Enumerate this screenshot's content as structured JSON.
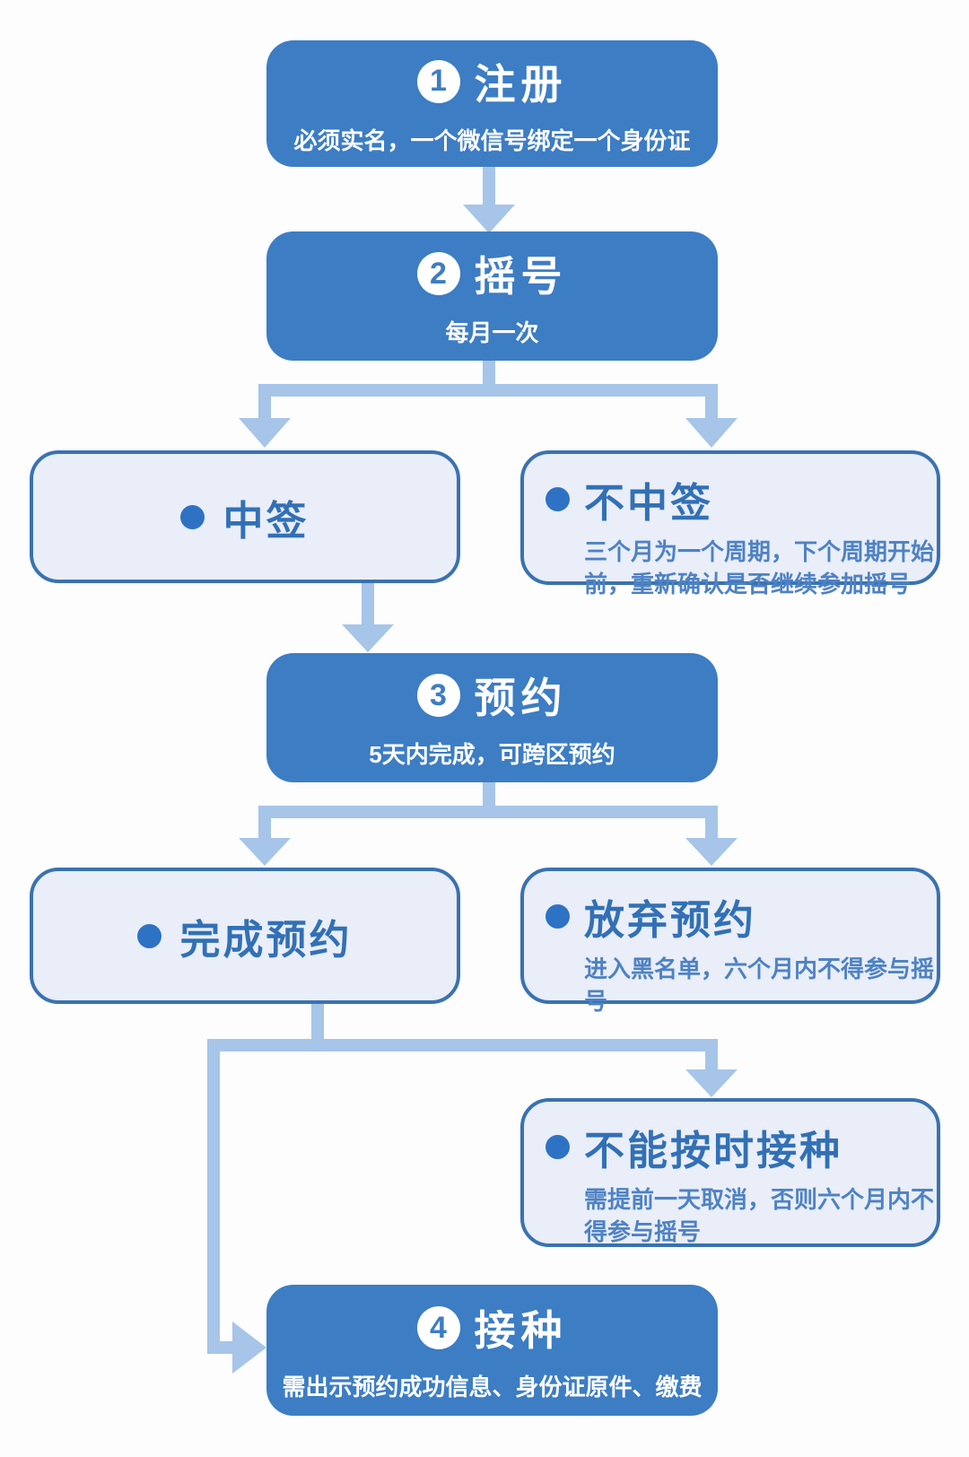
{
  "theme": {
    "canvas-bg": "#fdfdfe",
    "box-blue": "#3d7dc4",
    "light-fill": "#e9eef8",
    "light-border": "#3a72b0",
    "connector": "#a6c5e8",
    "title-blue": "#3270b6",
    "body-blue": "#4e82c4",
    "dot-blue": "#2e72c4"
  },
  "steps": [
    {
      "num": "1",
      "title": "注册",
      "subtitle": "必须实名，一个微信号绑定一个身份证"
    },
    {
      "num": "2",
      "title": "摇号",
      "subtitle": "每月一次"
    },
    {
      "num": "3",
      "title": "预约",
      "subtitle": "5天内完成，可跨区预约"
    },
    {
      "num": "4",
      "title": "接种",
      "subtitle": "需出示预约成功信息、身份证原件、缴费"
    }
  ],
  "outcomes": [
    {
      "label": "中签",
      "detail": ""
    },
    {
      "label": "不中签",
      "detail": "三个月为一个周期，下个周期开始前，重新确认是否继续参加摇号"
    },
    {
      "label": "完成预约",
      "detail": ""
    },
    {
      "label": "放弃预约",
      "detail": "进入黑名单，六个月内不得参与摇号"
    },
    {
      "label": "不能按时接种",
      "detail": "需提前一天取消，否则六个月内不得参与摇号"
    }
  ]
}
